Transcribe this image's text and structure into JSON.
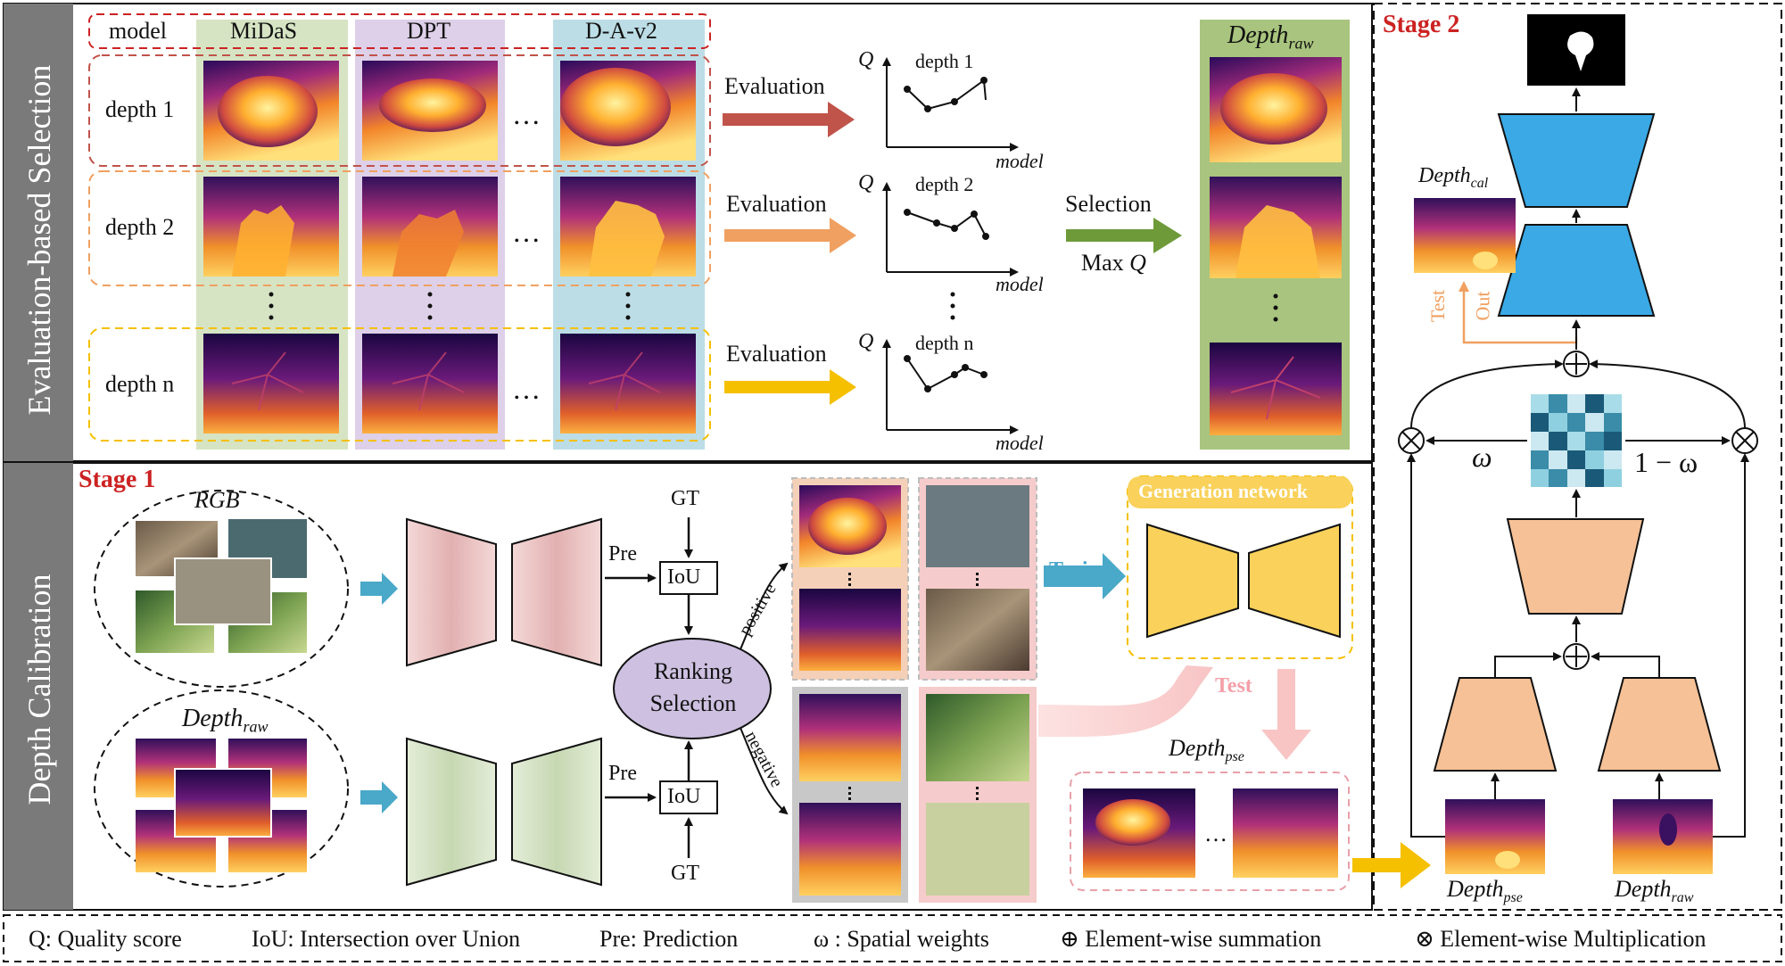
{
  "stage1": {
    "side_label": "Evaluation-based Selection",
    "header": {
      "model": "model",
      "cols": [
        "MiDaS",
        "DPT",
        "D-A-v2"
      ]
    },
    "rows": [
      "depth 1",
      "depth 2",
      "depth n"
    ],
    "dots": "…",
    "evaluation": "Evaluation",
    "plot": {
      "ylabel": "Q",
      "xlabel": "model",
      "titles": [
        "depth 1",
        "depth 2",
        "depth n"
      ]
    },
    "selection": "Selection",
    "maxq_prefix": "Max ",
    "maxq_var": "Q",
    "depth_raw": {
      "main": "Depth",
      "sub": "raw"
    }
  },
  "stage2_top": {
    "stage2": "Stage 2",
    "depth_cal": {
      "main": "Depth",
      "sub": "cal"
    },
    "test": "Test",
    "out": "Out",
    "omega": "ω",
    "one_minus_omega": "1 − ω"
  },
  "calibration": {
    "side_label": "Depth Calibration",
    "stage1": "Stage 1",
    "rgb": "RGB",
    "depth_raw": {
      "main": "Depth",
      "sub": "raw"
    },
    "pre": "Pre",
    "iou": "IoU",
    "gt": "GT",
    "ranking": [
      "Ranking",
      "Selection"
    ],
    "positive": "positive",
    "negative": "negative",
    "train": "Train",
    "generation_network": "Generation network",
    "test": "Test",
    "depth_pse": {
      "main": "Depth",
      "sub": "pse"
    },
    "ellipsis": "…",
    "bottom_labels": [
      {
        "main": "Depth",
        "sub": "pse"
      },
      {
        "main": "Depth",
        "sub": "raw"
      }
    ]
  },
  "legend": {
    "items": [
      "Q: Quality score",
      "IoU: Intersection over Union",
      "Pre: Prediction",
      "ω : Spatial weights",
      "⊕ Element-wise summation",
      "⊗ Element-wise Multiplication"
    ]
  },
  "colors": {
    "red": "#cc2222",
    "evaluation_arrows": [
      "#c0534a",
      "#f0a060",
      "#f5c000"
    ],
    "selection_arrow": "#6e9a3a",
    "blue_net": "#3aa9e6",
    "orange_net": "#f6c196",
    "yellow_net": "#f9d15b",
    "pink_net": "#e8bcbc",
    "green_net": "#cddcbf",
    "gray_side": "#7a7a7a"
  }
}
